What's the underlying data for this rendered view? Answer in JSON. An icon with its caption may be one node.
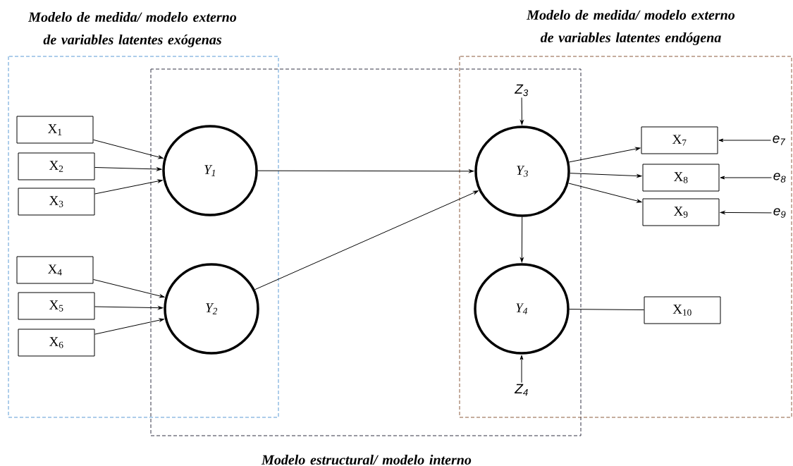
{
  "diagram": {
    "nodes": [
      {
        "text": [
          "X$_{1}$"
        ]
      },
      {
        "text": [
          "X$_{2}$"
        ]
      },
      {
        "text": [
          "X$_{3}$"
        ]
      },
      {
        "text": [
          "X$_{4}$"
        ]
      },
      {
        "text": [
          "X$_{5}$"
        ]
      },
      {
        "text": [
          "X$_{6}$"
        ]
      },
      {
        "text": [
          "Y$_{1}$"
        ]
      },
      {
        "text": [
          "Y$_{2}$"
        ]
      },
      {
        "text": [
          "Y$_{3}$"
        ]
      },
      {
        "text": [
          "Y$_{4}$"
        ]
      },
      {
        "text": [
          "Z$_{3}$"
        ]
      },
      {
        "text": [
          "Z$_{4}$"
        ]
      },
      {
        "text": [
          "X$_{7}$"
        ]
      },
      {
        "text": [
          "X$_{8}$"
        ]
      },
      {
        "text": [
          "X$_{9}$"
        ]
      },
      {
        "text": [
          "e$_{7}$"
        ]
      },
      {
        "text": [
          "e$_{8}$"
        ]
      },
      {
        "text": [
          "e$_{9}$"
        ]
      },
      {
        "text": [
          "X$_{10}$"
        ]
      }
    ],
    "edges": [
      {
        "from": 0,
        "to": 6,
        "arrow": "to"
      },
      {
        "from": 1,
        "to": 6,
        "arrow": "to"
      },
      {
        "from": 2,
        "to": 6,
        "arrow": "to"
      },
      {
        "from": 3,
        "to": 7,
        "arrow": "to"
      },
      {
        "from": 4,
        "to": 7,
        "arrow": "to"
      },
      {
        "from": 5,
        "to": 7,
        "arrow": "to"
      },
      {
        "from": 6,
        "to": 8,
        "arrow": "to"
      },
      {
        "from": 7,
        "to": 8,
        "arrow": "to"
      },
      {
        "from": 10,
        "to": 8,
        "arrow": "to"
      },
      {
        "from": 8,
        "to": 9,
        "arrow": "to"
      },
      {
        "from": 11,
        "to": 9,
        "arrow": "to"
      },
      {
        "from": 8,
        "to": 12,
        "arrow": "to"
      },
      {
        "from": 8,
        "to": 13,
        "arrow": "to"
      },
      {
        "from": 8,
        "to": 14,
        "arrow": "to"
      },
      {
        "from": 15,
        "to": 12,
        "arrow": "to"
      },
      {
        "from": 16,
        "to": 13,
        "arrow": "to"
      },
      {
        "from": 17,
        "to": 14,
        "arrow": "to"
      },
      {
        "from": 9,
        "to": 18,
        "arrow": "none"
      }
    ],
    "labels": [
      "Modelo de medida/ modelo externo de variables latentes exógenas",
      "Modelo de medida/ modelo externo de variables latentes endógena",
      "Modelo estructural/ modelo interno"
    ]
  }
}
